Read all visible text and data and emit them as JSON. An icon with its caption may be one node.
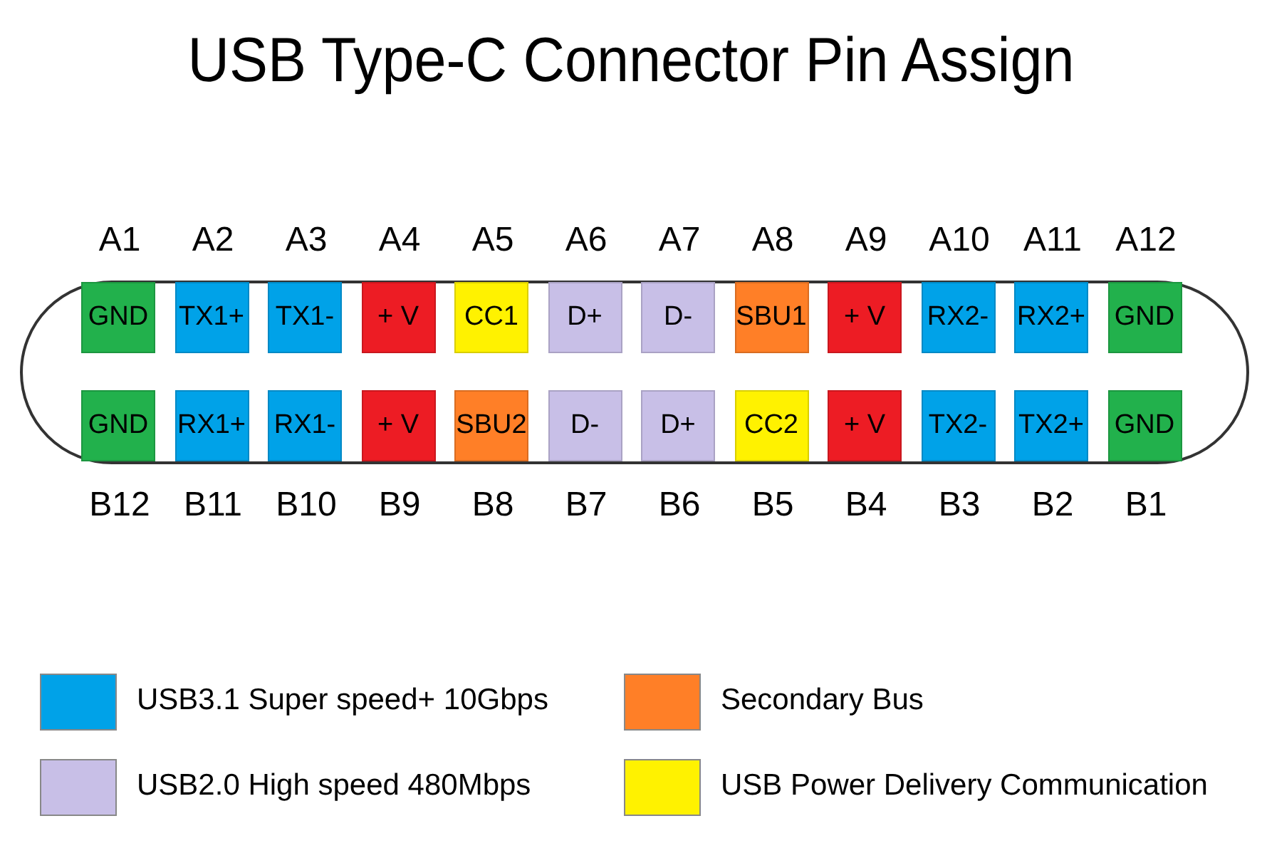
{
  "diagram": {
    "title": "USB Type-C Connector Pin Assign",
    "nodes": [
      {
        "text": [],
        "shape": "box"
      },
      {
        "text": [
          "GND"
        ],
        "beside": [
          "A1"
        ],
        "in": 0
      },
      {
        "text": [
          "TX1+"
        ],
        "beside": [
          "A2"
        ],
        "in": 0
      },
      {
        "text": [
          "TX1-"
        ],
        "beside": [
          "A3"
        ],
        "in": 0
      },
      {
        "text": [
          "+ V"
        ],
        "beside": [
          "A4"
        ],
        "in": 0
      },
      {
        "text": [
          "CC1"
        ],
        "beside": [
          "A5"
        ],
        "in": 0
      },
      {
        "text": [
          "D+"
        ],
        "beside": [
          "A6"
        ],
        "in": 0
      },
      {
        "text": [
          "D-"
        ],
        "beside": [
          "A7"
        ],
        "in": 0
      },
      {
        "text": [
          "SBU1"
        ],
        "beside": [
          "A8"
        ],
        "in": 0
      },
      {
        "text": [
          "+ V"
        ],
        "beside": [
          "A9"
        ],
        "in": 0
      },
      {
        "text": [
          "RX2-"
        ],
        "beside": [
          "A10"
        ],
        "in": 0
      },
      {
        "text": [
          "RX2+"
        ],
        "beside": [
          "A11"
        ],
        "in": 0
      },
      {
        "text": [
          "GND"
        ],
        "beside": [
          "A12"
        ],
        "in": 0
      },
      {
        "text": [
          "GND"
        ],
        "beside": [
          "B12"
        ],
        "in": 0
      },
      {
        "text": [
          "RX1+"
        ],
        "beside": [
          "B11"
        ],
        "in": 0
      },
      {
        "text": [
          "RX1-"
        ],
        "beside": [
          "B10"
        ],
        "in": 0
      },
      {
        "text": [
          "+ V"
        ],
        "beside": [
          "B9"
        ],
        "in": 0
      },
      {
        "text": [
          "SBU2"
        ],
        "beside": [
          "B8"
        ],
        "in": 0
      },
      {
        "text": [
          "D-"
        ],
        "beside": [
          "B7"
        ],
        "in": 0
      },
      {
        "text": [
          "D+"
        ],
        "beside": [
          "B6"
        ],
        "in": 0
      },
      {
        "text": [
          "CC2"
        ],
        "beside": [
          "B5"
        ],
        "in": 0
      },
      {
        "text": [
          "+ V"
        ],
        "beside": [
          "B4"
        ],
        "in": 0
      },
      {
        "text": [
          "TX2-"
        ],
        "beside": [
          "B3"
        ],
        "in": 0
      },
      {
        "text": [
          "TX2+"
        ],
        "beside": [
          "B2"
        ],
        "in": 0
      },
      {
        "text": [
          "GND"
        ],
        "beside": [
          "B1"
        ],
        "in": 0
      }
    ],
    "legend": [
      {
        "text": "USB3.1 Super speed+ 10Gbps",
        "color": "#00a2e8"
      },
      {
        "text": "Secondary Bus",
        "color": "#ff7f27"
      },
      {
        "text": "USB2.0 High speed 480Mbps",
        "color": "#c8bfe7"
      },
      {
        "text": "USB Power Delivery Communication",
        "color": "#fff200"
      }
    ]
  }
}
